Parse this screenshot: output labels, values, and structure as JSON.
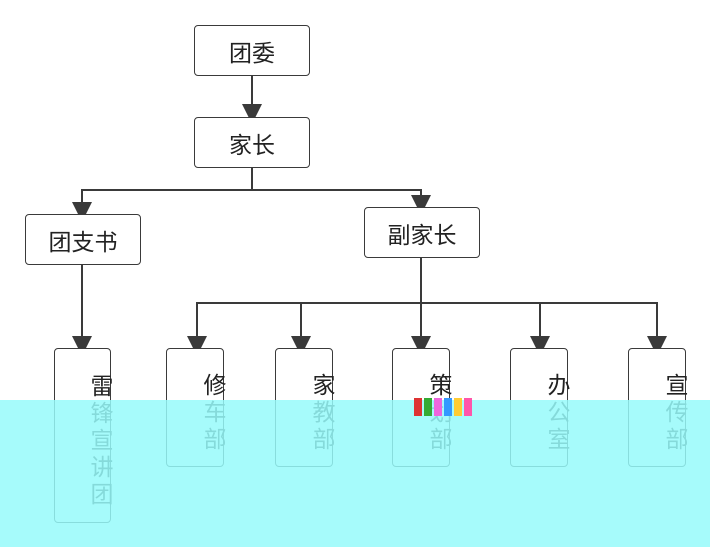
{
  "nodes": {
    "tuanwei": "团委",
    "jiazhang": "家长",
    "tuanzhishu": "团支书",
    "fujiazhang": "副家长",
    "leifeng": "雷锋宣讲团",
    "xiuche": "修车部",
    "jiajiao": "家教部",
    "cehua": "策划部",
    "bangongshi": "办公室",
    "xuanchuan": "宣传部"
  },
  "colors": {
    "line": "#3a3a3a",
    "overlay": "#96fafa",
    "overlay_border": "#2a9a9a"
  }
}
